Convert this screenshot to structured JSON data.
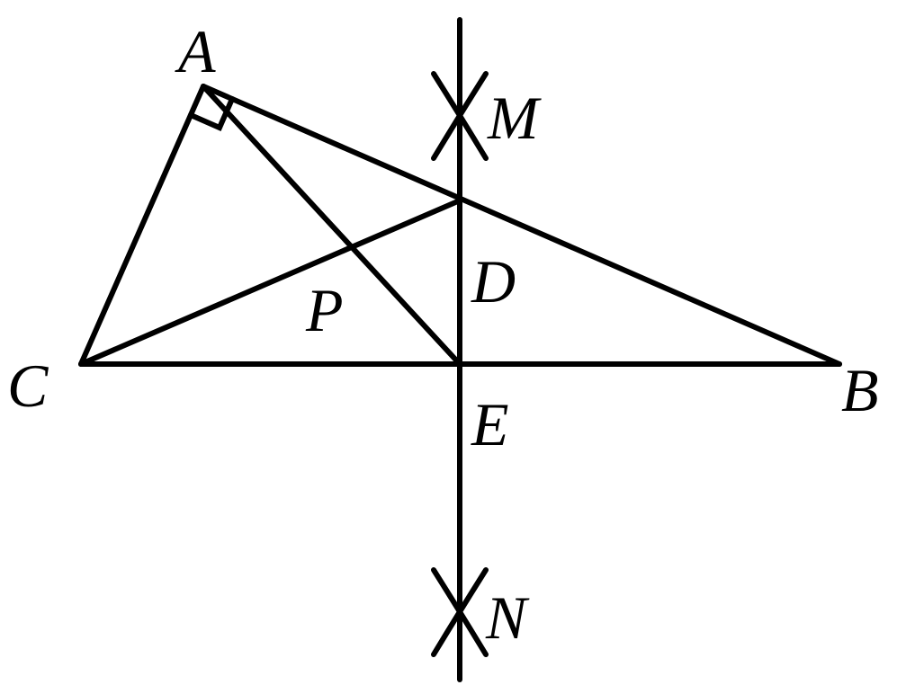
{
  "points": {
    "A": "A",
    "B": "B",
    "C": "C",
    "D": "D",
    "E": "E",
    "M": "M",
    "N": "N",
    "P": "P"
  },
  "colors": {
    "stroke": "#000000",
    "background": "#ffffff"
  }
}
